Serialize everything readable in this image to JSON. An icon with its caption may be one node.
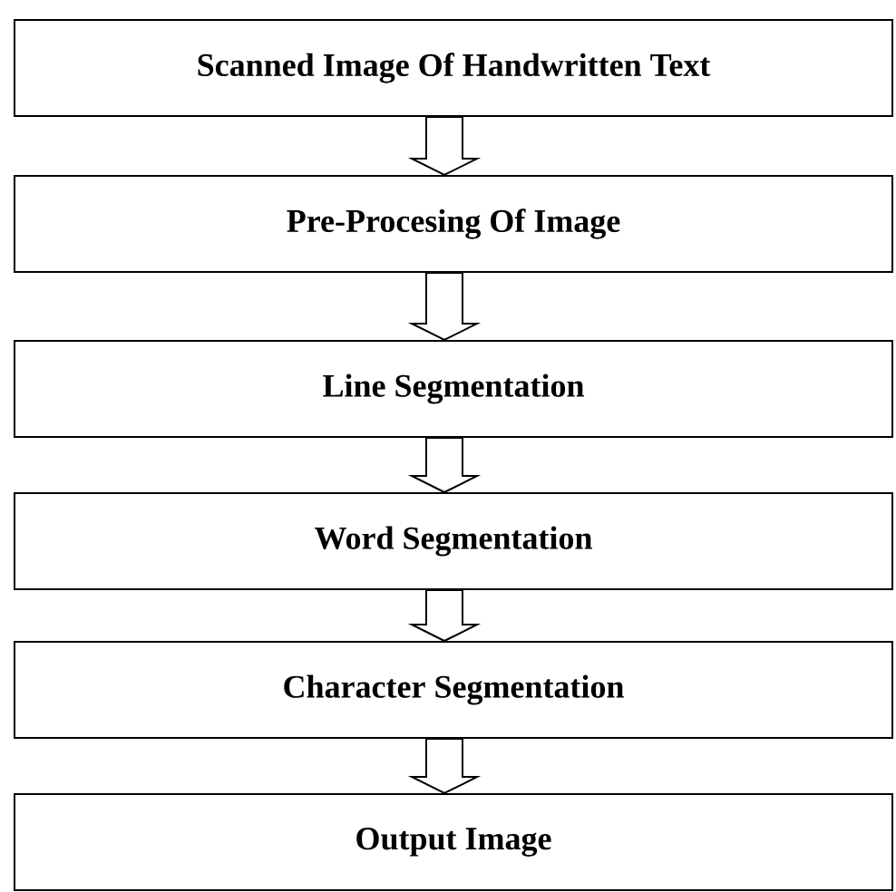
{
  "diagram": {
    "nodes": [
      {
        "text": [
          "Scanned Image Of Handwritten Text"
        ]
      },
      {
        "text": [
          "Pre-Procesing Of Image"
        ]
      },
      {
        "text": [
          "Line Segmentation"
        ]
      },
      {
        "text": [
          "Word Segmentation"
        ]
      },
      {
        "text": [
          "Character Segmentation"
        ]
      },
      {
        "text": [
          "Output  Image"
        ]
      }
    ],
    "edges": [
      {
        "from": 0,
        "to": 1,
        "arrow": "to"
      },
      {
        "from": 1,
        "to": 2,
        "arrow": "to"
      },
      {
        "from": 2,
        "to": 3,
        "arrow": "to"
      },
      {
        "from": 3,
        "to": 4,
        "arrow": "to"
      },
      {
        "from": 4,
        "to": 5,
        "arrow": "to"
      }
    ]
  }
}
